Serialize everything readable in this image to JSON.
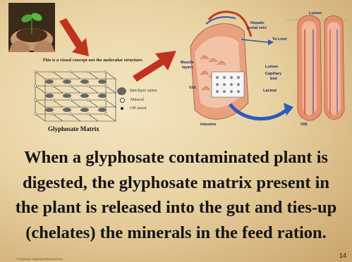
{
  "diagram": {
    "note": "This is a visual concept not the molecular structure.",
    "matrix_label": "Glyphosate Matrix",
    "legend": {
      "interlayer": "Interlayer anion",
      "mineral": "Mineral",
      "oh": "OH anion"
    },
    "anatomy_labels": {
      "hepatic": "Hepatic",
      "portal_vein": "portal vein",
      "lumen_top": "Lumen",
      "to_liver": "To Liver",
      "muscle": "Muscle",
      "layers": "layers",
      "lumen_mid": "Lumen",
      "capillary": "Capillary",
      "bed": "bed",
      "villi_left": "Villi",
      "lacteal": "Lacteal",
      "intestine": "Intestine",
      "villi_bottom": "Villi"
    },
    "colors": {
      "arrow": "#c0321e",
      "flow_arrow": "#2a5bbf",
      "vein": "#3355aa",
      "artery": "#c0392b",
      "tissue": "#d9876a"
    }
  },
  "caption": {
    "line1": "When a glyphosate contaminated plant is",
    "line2": "digested, the glyphosate matrix present in",
    "line3": "the plant is released into the gut and ties-up",
    "line4": "(chelates) the minerals in the feed ration."
  },
  "slide": {
    "page_number": "14",
    "footer": "© Proprietary Glyphosate Research Notes"
  }
}
